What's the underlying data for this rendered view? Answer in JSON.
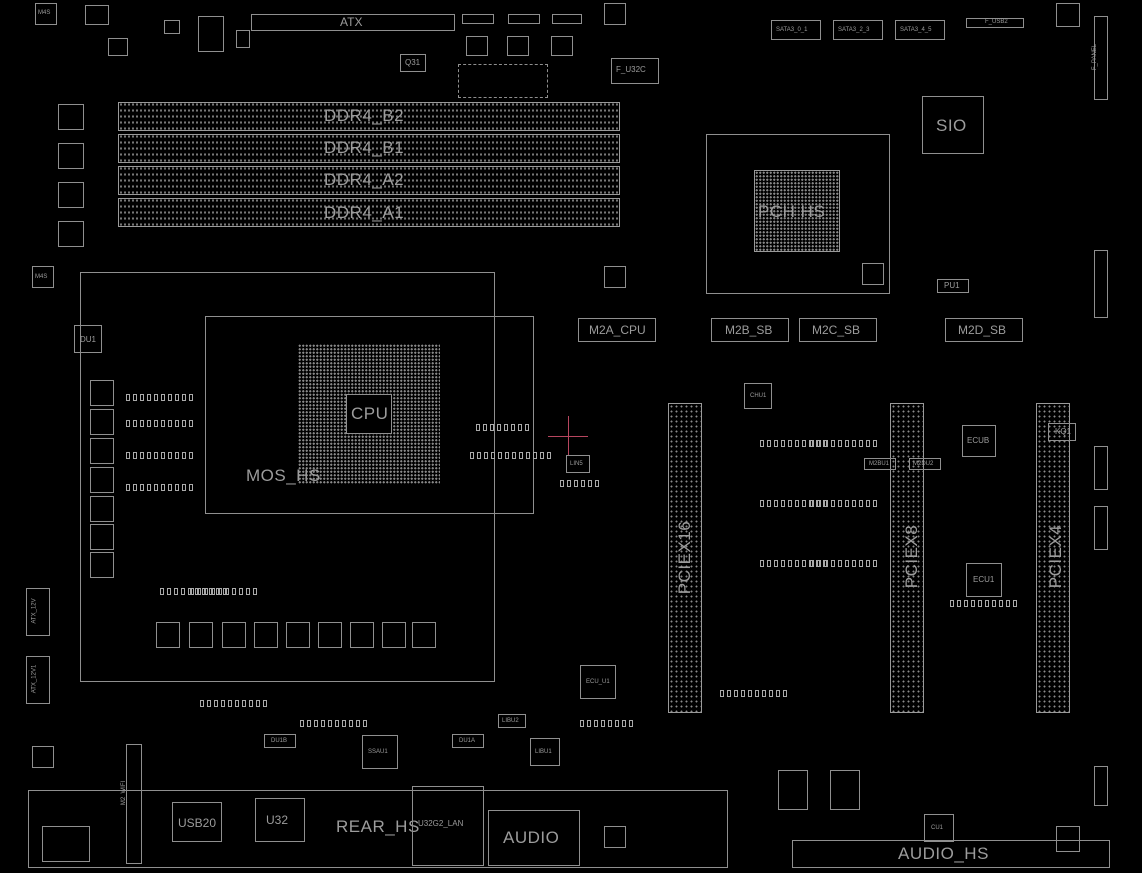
{
  "board": {
    "labels": {
      "atx": "ATX",
      "ddr4_b2": "DDR4_B2",
      "ddr4_b1": "DDR4_B1",
      "ddr4_a2": "DDR4_A2",
      "ddr4_a1": "DDR4_A1",
      "pch_hs": "PCH HS",
      "sio": "SIO",
      "sata_a": "SATA3_0_1",
      "sata_b": "SATA3_2_3",
      "sata_c": "SATA3_4_5",
      "f_usb2": "F_USB2",
      "f_panel": "F_PANEL",
      "f_u32c": "F_U32C",
      "q31": "Q31",
      "m2a_cpu": "M2A_CPU",
      "m2b_sb": "M2B_SB",
      "m2c_sb": "M2C_SB",
      "m2d_sb": "M2D_SB",
      "pu1": "PU1",
      "du1": "DU1",
      "mos_hs": "MOS_HS",
      "cpu": "CPU",
      "pciex16": "PCIEX16",
      "pciex8": "PCIEX8",
      "pciex4": "PCIEX4",
      "ecub": "ECUB",
      "ecu1": "ECU1",
      "kq1": "KQ1",
      "atx_12v": "ATX_12V",
      "atx_12v1": "ATX_12V1",
      "m2_wifi": "M2_WIFI",
      "usb20": "USB20",
      "u32": "U32",
      "rear_hs": "REAR_HS",
      "lan": "U32G2_LAN",
      "audio": "AUDIO",
      "audio_hs": "AUDIO_HS",
      "cu1": "CU1",
      "ssau1": "SSAU1",
      "libu1": "LIBU1",
      "libu2": "LIBU2",
      "du1b": "DU1B",
      "du1a": "DU1A",
      "ecu_u1": "ECU_U1",
      "chu1": "CHU1",
      "lin5": "LIN5",
      "m2bu1": "M2BU1",
      "m2du2": "M2DU2",
      "m4s": "M4S",
      "m4s_2": "M4S"
    }
  }
}
